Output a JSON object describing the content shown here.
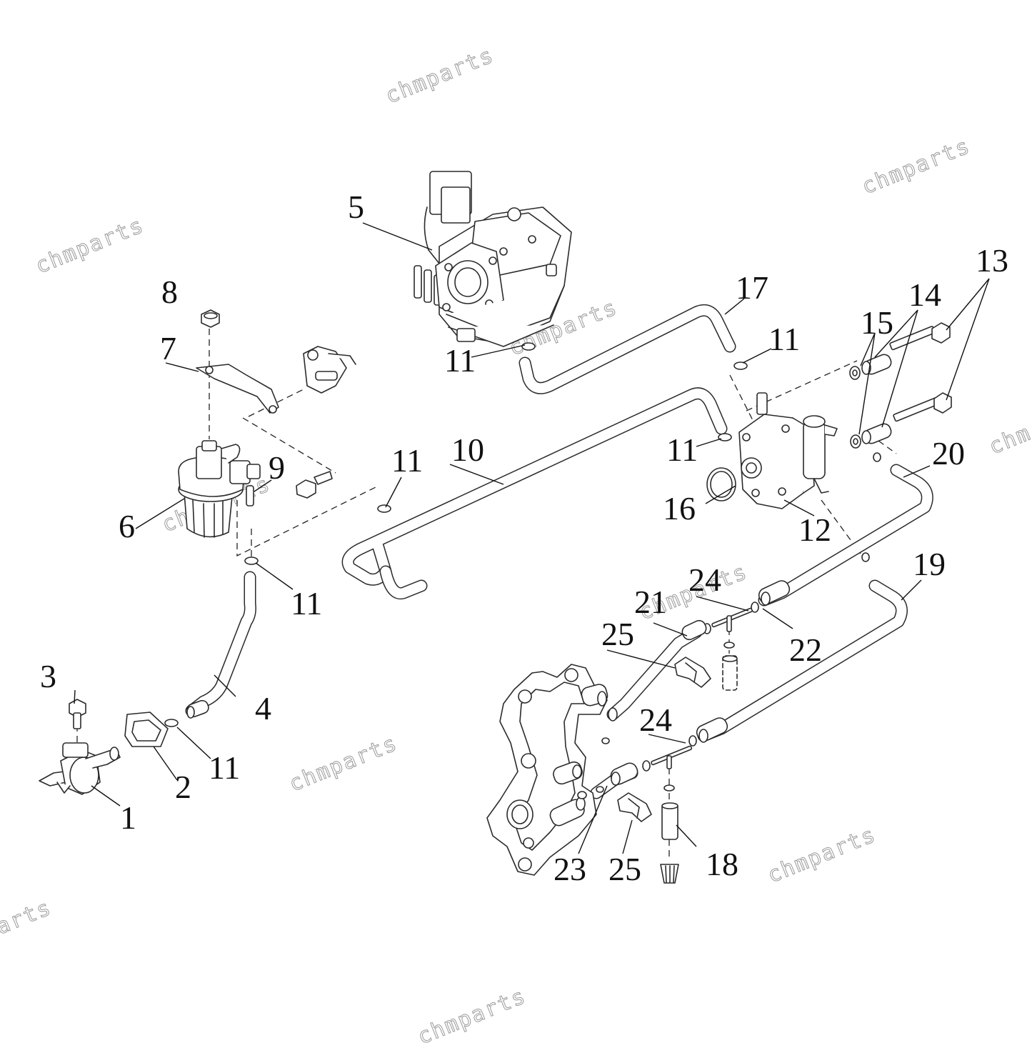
{
  "watermark": {
    "text": "chmparts",
    "truncated_left": "arts",
    "truncated_right": "chm"
  },
  "callouts": {
    "c1": "1",
    "c2": "2",
    "c3": "3",
    "c4": "4",
    "c5": "5",
    "c6": "6",
    "c7": "7",
    "c8": "8",
    "c9": "9",
    "c10": "10",
    "c11": "11",
    "c12": "12",
    "c13": "13",
    "c14": "14",
    "c15": "15",
    "c16": "16",
    "c17": "17",
    "c18": "18",
    "c19": "19",
    "c20": "20",
    "c21": "21",
    "c22": "22",
    "c23": "23",
    "c24": "24",
    "c25": "25"
  },
  "colors": {
    "line": "#2b2b2b",
    "background": "#ffffff",
    "watermark": "#9a9a9a"
  }
}
